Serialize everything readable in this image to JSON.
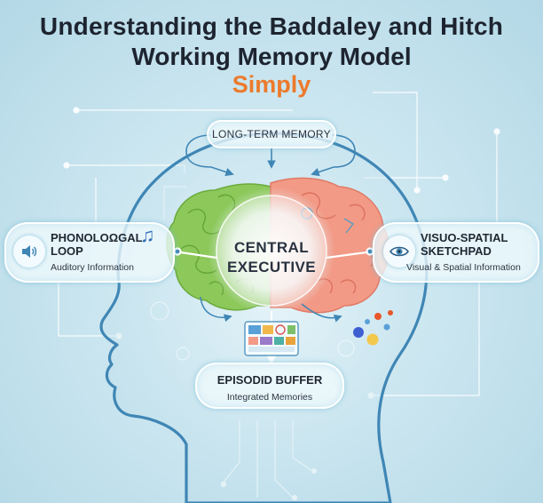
{
  "title": {
    "line1": "Understanding the Baddaley and Hitch",
    "line2": "Working Memory Model",
    "line3": "Simply"
  },
  "long_term_memory": {
    "label": "LONG-TERM MEMORY"
  },
  "central_executive": {
    "line1": "CENTRAL",
    "line2": "EXECUTIVE"
  },
  "phonological_loop": {
    "title": "PHONOLOΩGAL LOOP",
    "title_line1": "PHONOLOΩGAL",
    "title_line2": "LOOP",
    "subtitle": "Auditory Information",
    "icon": "speaker-icon",
    "accent_icon": "music-note-icon"
  },
  "visuo_spatial": {
    "title_line1": "VISUO-SPATIAL",
    "title_line2": "SKETCHPAD",
    "subtitle": "Visual & Spatial Information",
    "icon": "eye-icon"
  },
  "episodic_buffer": {
    "title": "EPISODID BUFFER",
    "subtitle": "Integrated Memories",
    "icon": "collage-icon"
  },
  "colors": {
    "background": "#cbe6f0",
    "title": "#1d2430",
    "accent": "#ec7a2c",
    "left_brain": "#8cc85a",
    "right_brain": "#f29a86",
    "outline": "#3f86b5",
    "circuit": "#ffffff"
  }
}
